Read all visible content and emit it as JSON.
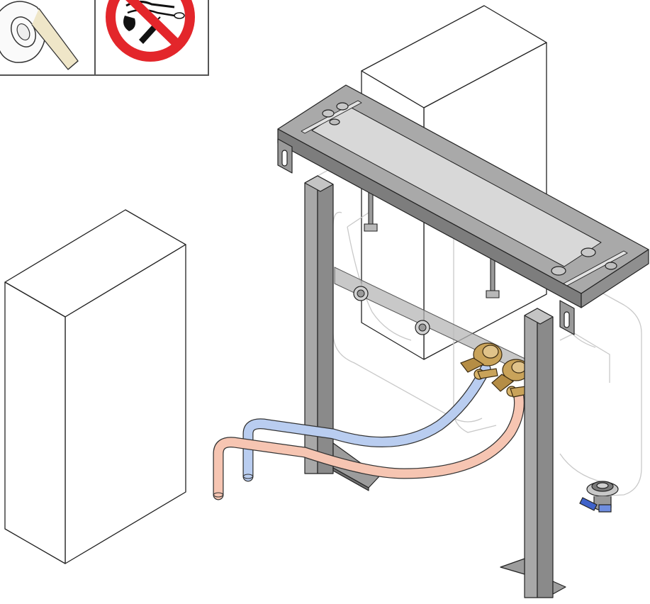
{
  "illustration": {
    "kind": "installation-instruction",
    "icons": [
      {
        "id": "tape",
        "name": "sealing-tape-icon"
      },
      {
        "id": "no_weld",
        "name": "no-welding-prohibition-icon"
      }
    ],
    "colors": {
      "outline": "#222222",
      "frame_metal": "#9a9a9a",
      "frame_metal_dark": "#6f6f6f",
      "ghost_outline": "#c9c9c9",
      "cold_pipe": "#b9cdf0",
      "hot_pipe": "#f6c5b2",
      "brass": "#c9a35a",
      "prohibition_red": "#e3262b",
      "drain_blue": "#3f62c9"
    }
  }
}
